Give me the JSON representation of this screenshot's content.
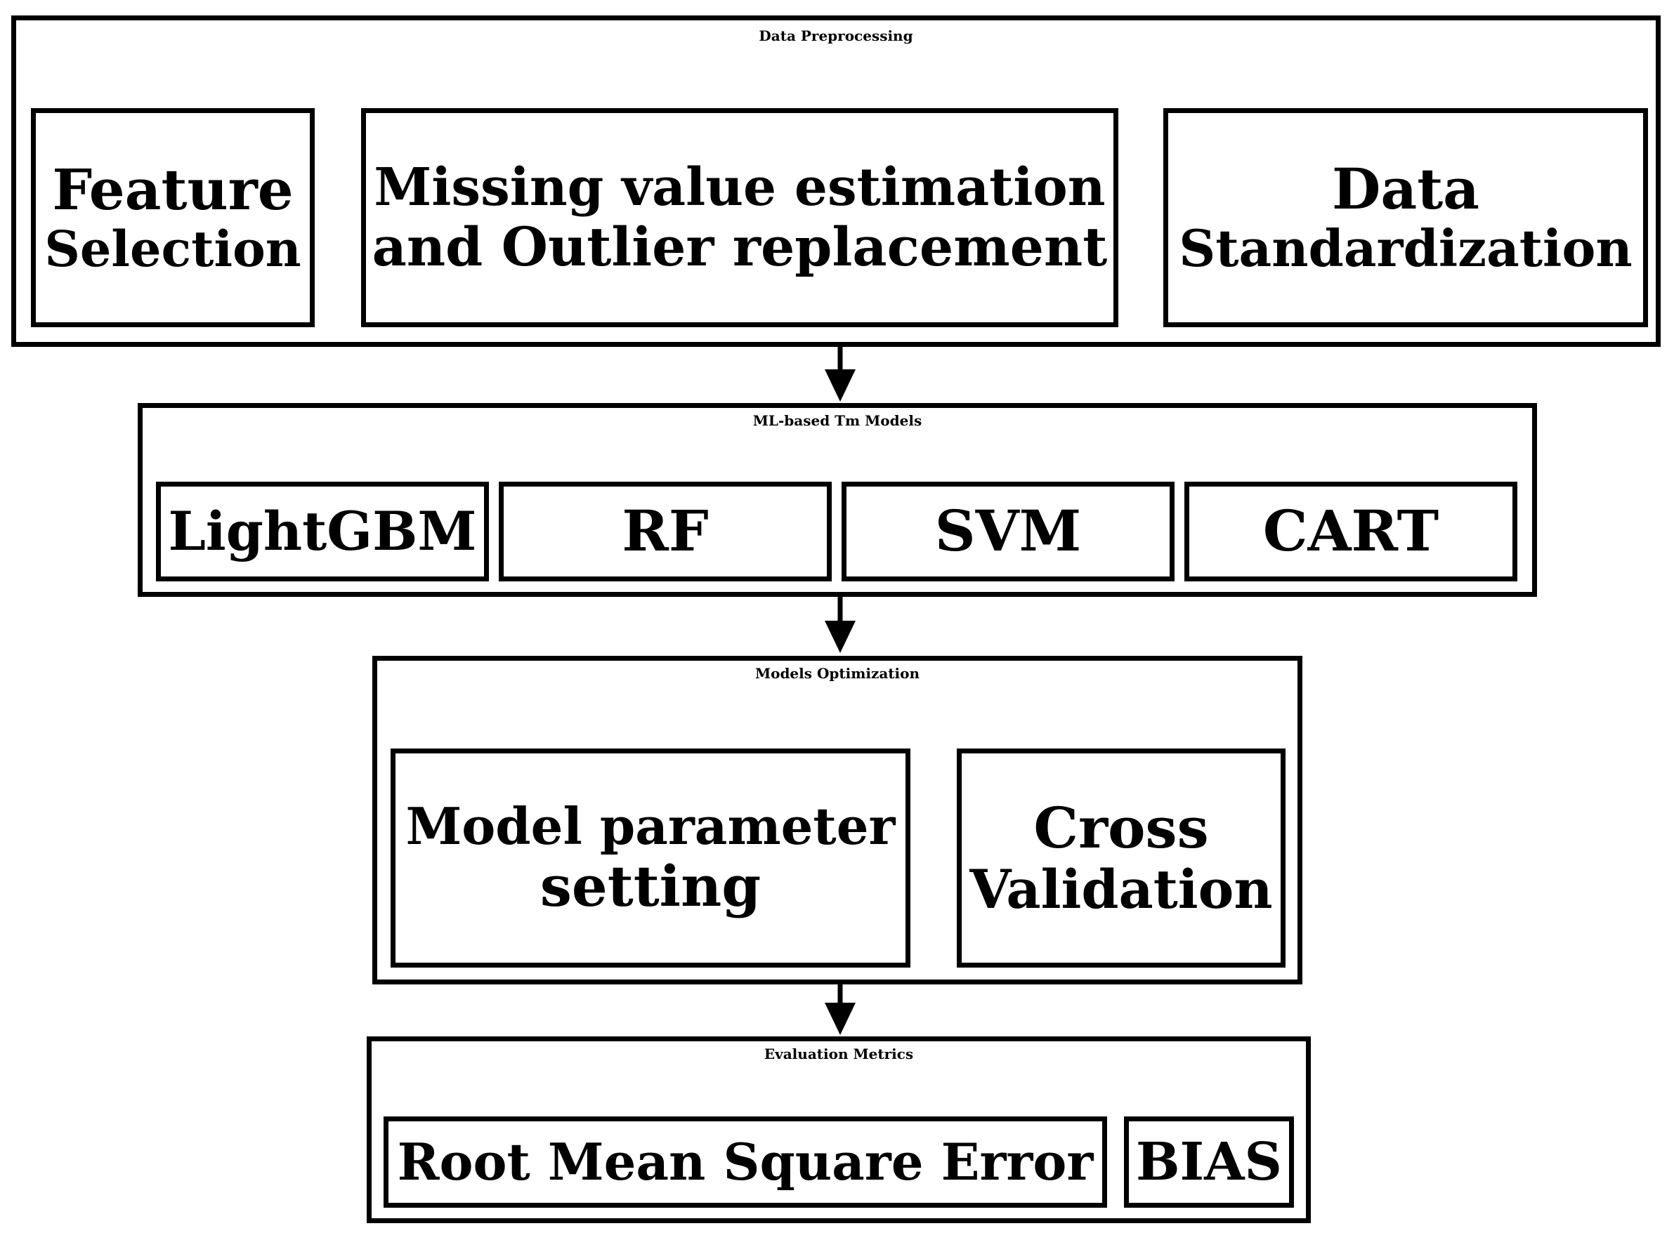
{
  "preprocessing": {
    "title": "Data Preprocessing",
    "feature_selection": [
      "Feature",
      "Selection"
    ],
    "missing_value": [
      "Missing value estimation",
      "and Outlier replacement"
    ],
    "standardization": [
      "Data",
      "Standardization"
    ]
  },
  "models": {
    "title": "ML-based Tm Models",
    "items": [
      "LightGBM",
      "RF",
      "SVM",
      "CART"
    ]
  },
  "optimization": {
    "title": "Models Optimization",
    "parameter_setting": [
      "Model parameter",
      "setting"
    ],
    "cross_validation": [
      "Cross",
      "Validation"
    ]
  },
  "evaluation": {
    "title": "Evaluation Metrics",
    "items": [
      "Root Mean Square Error",
      "BIAS"
    ]
  }
}
